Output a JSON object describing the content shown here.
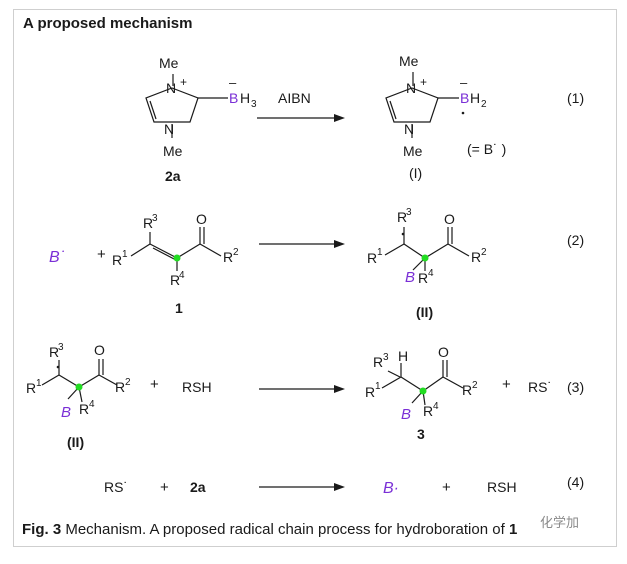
{
  "title": "A proposed mechanism",
  "caption": {
    "label": "Fig. 3",
    "text": "Mechanism. A proposed radical chain process for hydroboration of",
    "compound": "1"
  },
  "watermark": "化学加",
  "colors": {
    "boron": "#7a2fd6",
    "radical_center": "#22dd22",
    "text": "#1a1a1a"
  },
  "reactions": [
    {
      "number": "(1)",
      "reagent": "AIBN",
      "reactant": {
        "id": "2a",
        "atoms": [
          "Me",
          "N",
          "+",
          "B",
          "H",
          "3",
          "N",
          "Me",
          "–"
        ]
      },
      "product": {
        "id": "(I)",
        "note": "(= B˙ )",
        "atoms": [
          "Me",
          "N",
          "+",
          "B",
          "H",
          "2",
          "N",
          "Me",
          "–"
        ]
      }
    },
    {
      "number": "(2)",
      "reactant_radical": "B˙",
      "plus": "+",
      "reactant": {
        "id": "1",
        "atoms": [
          "R",
          "3",
          "R",
          "1",
          "R",
          "4",
          "O",
          "R",
          "2"
        ]
      },
      "product": {
        "id": "(II)",
        "atoms": [
          "R",
          "3",
          "R",
          "1",
          "B",
          "R",
          "4",
          "O",
          "R",
          "2"
        ]
      }
    },
    {
      "number": "(3)",
      "reactant": {
        "id": "(II)"
      },
      "plus": "+",
      "reagent": "RSH",
      "product": {
        "id": "3",
        "atoms": [
          "R",
          "3",
          "H",
          "R",
          "1",
          "B",
          "R",
          "4",
          "O",
          "R",
          "2"
        ]
      },
      "byproduct": "RS˙"
    },
    {
      "number": "(4)",
      "reactant1": "RS˙",
      "plus": "+",
      "reactant2": "2a",
      "product1": "B·",
      "product2": "RSH"
    }
  ]
}
